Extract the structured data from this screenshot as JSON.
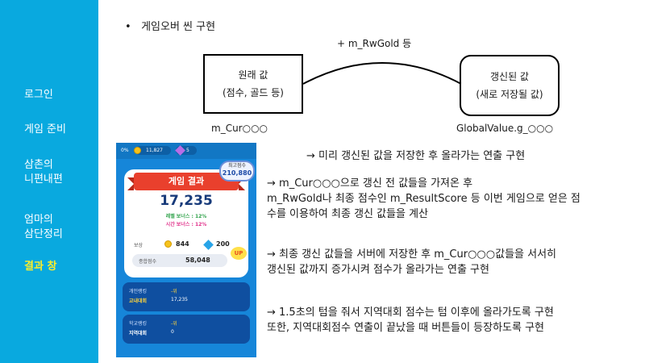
{
  "sidebar": {
    "items": [
      {
        "label": "로그인"
      },
      {
        "label": "게임 준비"
      },
      {
        "label": "삼촌의\n니편내편"
      },
      {
        "label": "엄마의\n삼단정리"
      },
      {
        "label": "결과 창"
      }
    ],
    "active_index": 4
  },
  "main": {
    "bullet": "게임오버 씬 구현",
    "diagram": {
      "box_original_line1": "원래 값",
      "box_original_line2": "(점수, 골드 등)",
      "box_updated_line1": "갱신된 값",
      "box_updated_line2": "(새로 저장될 값)",
      "arc_label": "+ m_RwGold 등",
      "left_var": "m_Cur○○○",
      "right_var": "GlobalValue.g_○○○"
    },
    "note1": "→ 미리 갱신된 값을 저장한 후 올라가는 연출 구현",
    "para1": "→ m_Cur○○○으로 갱신 전 값들을 가져온 후\nm_RwGold나 최종 점수인 m_ResultScore 등 이번 게임으로 얻은 점\n수를 이용하여 최종 갱신 값들을 계산",
    "para2": "→ 최종 갱신 값들을 서버에 저장한 후 m_Cur○○○값들을 서서히\n갱신된 값까지 증가시켜 점수가 올라가는 연출 구현",
    "para3": "→ 1.5초의 텀을 줘서 지역대회 점수는 텀 이후에 올라가도록 구현\n또한, 지역대회점수 연출이 끝났을 때 버튼들이 등장하도록 구현"
  },
  "game": {
    "percent": "0%",
    "coins": "11,827",
    "gems": "5",
    "best_label": "최고점수",
    "best_value": "210,880",
    "title": "게임 결과",
    "score": "17,235",
    "bonus1": "레벨 보너스 : 12%",
    "bonus2": "시간 보너스 : 12%",
    "reward_label": "보상",
    "reward_coins": "844",
    "reward_gems": "200",
    "total_label": "종합점수",
    "total_value": "58,048",
    "up_badge": "UP",
    "rank1_title": "개인랭킹",
    "rank1_name": "교내대회",
    "rank1_place": "-위",
    "rank1_score": "17,235",
    "rank2_title": "학교랭킹",
    "rank2_name": "지역대회",
    "rank2_place": "-위",
    "rank2_score": "0"
  },
  "colors": {
    "sidebar_bg": "#09a9df",
    "active_nav": "#ffef2a",
    "game_bg": "#1686d9",
    "ribbon": "#e9402d"
  }
}
